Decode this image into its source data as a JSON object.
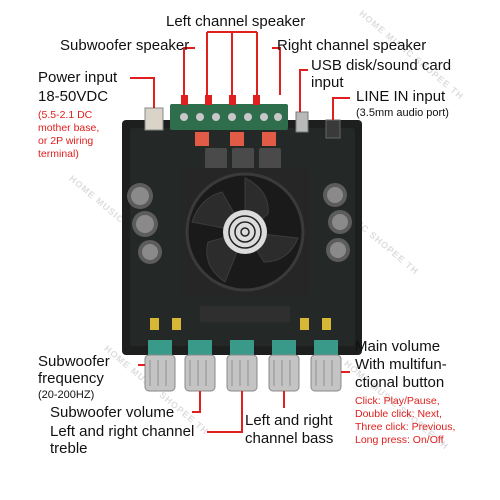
{
  "labels": {
    "left_channel_speaker": "Left channel speaker",
    "subwoofer_speaker": "Subwoofer speaker",
    "right_channel_speaker": "Right channel speaker",
    "usb_line1": "USB disk/sound card",
    "usb_line2": "input",
    "power_line1": "Power input",
    "power_line2": "18-50VDC",
    "power_note1": "(5.5-2.1 DC",
    "power_note2": "mother base,",
    "power_note3": "or 2P wiring",
    "power_note4": "terminal)",
    "line_in": "LINE IN input",
    "line_in_note": "(3.5mm audio port)",
    "sub_freq1": "Subwoofer",
    "sub_freq2": "frequency",
    "sub_freq3": "(20-200HZ)",
    "sub_volume": "Subwoofer volume",
    "treble1": "Left and right channel",
    "treble2": "treble",
    "bass1": "Left and right",
    "bass2": "channel bass",
    "main1": "Main volume",
    "main2": "With multifun-",
    "main3": "ctional button",
    "main_note1": "Click: Play/Pause,",
    "main_note2": "Double click: Next,",
    "main_note3": "Three click: Previous,",
    "main_note4": "Long press: On/Off"
  },
  "watermark": "HOME MUSIC SHOPEE TH",
  "colors": {
    "accent_red": "#e0201e",
    "board": "#1c1f1d",
    "heatsink": "#262626"
  }
}
